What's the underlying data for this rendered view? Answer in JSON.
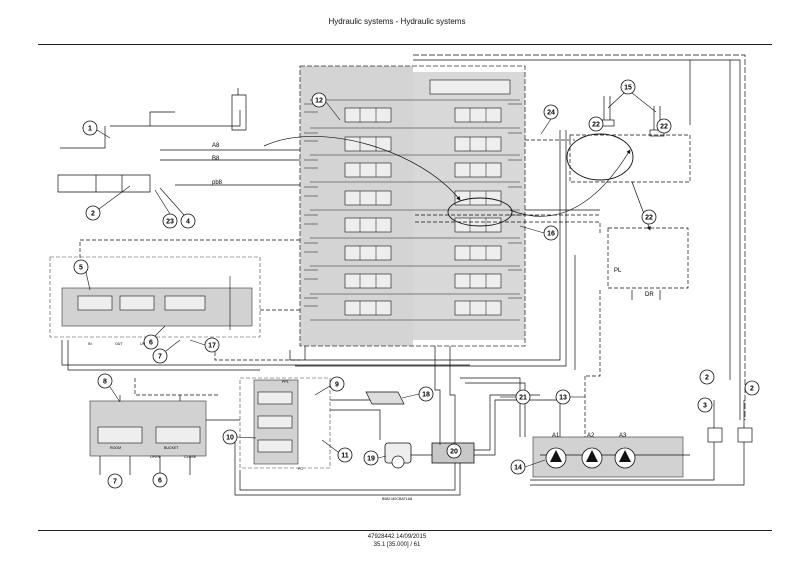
{
  "header": {
    "title": "Hydraulic systems - Hydraulic systems"
  },
  "footer": {
    "doc_ref": "47928442 14/09/2015",
    "page_ref": "35.1 [35.000] / 61"
  },
  "callouts": [
    "1",
    "2",
    "23",
    "4",
    "12",
    "24",
    "15",
    "22",
    "22",
    "16",
    "22",
    "5",
    "6",
    "7",
    "17",
    "8",
    "9",
    "18",
    "10",
    "11",
    "21",
    "13",
    "20",
    "19",
    "14",
    "2",
    "3",
    "2",
    "7",
    "6"
  ],
  "labels": {
    "a8": "A8",
    "b8": "B8",
    "pb8": "pb8",
    "pl": "PL",
    "a1": "A1",
    "a2": "A2",
    "a3": "A3",
    "room": "ROOM",
    "open": "OPEN",
    "close": "CLOSE",
    "bucket": "BUCKET",
    "pc": "PC",
    "dr": "DR",
    "in": "IN",
    "out": "OUT",
    "up": "UP",
    "pp1": "PP1",
    "schem_ref": "B982 M2CBAT1A8"
  },
  "colors": {
    "line": "#111111",
    "shade": "#d2d2d2",
    "frame": "#222222"
  }
}
